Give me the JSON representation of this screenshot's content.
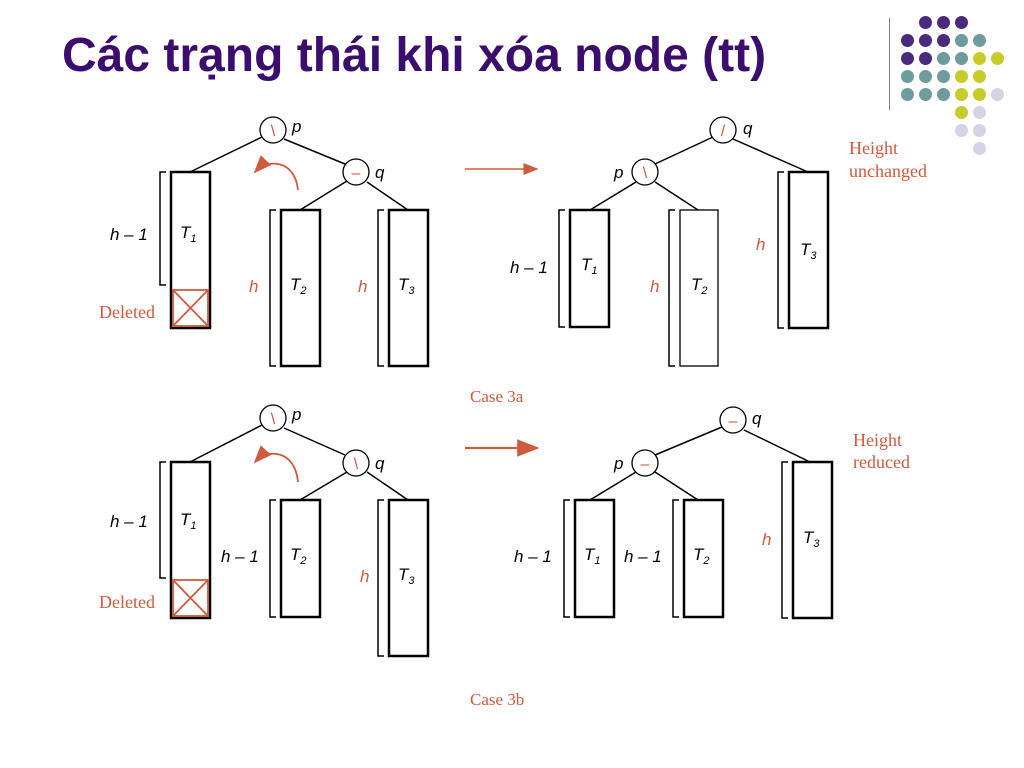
{
  "slide": {
    "title": "Các trạng thái khi xóa node (tt)",
    "accent_color": "#3b0d6e",
    "annotation_color": "#d05a3c"
  },
  "diagram": {
    "case_a": {
      "caption": "Case 3a",
      "note_line1": "Height",
      "note_line2": "unchanged",
      "deleted_label": "Deleted",
      "before": {
        "root": {
          "name": "p",
          "balance": "\\"
        },
        "child": {
          "name": "q",
          "balance": "–"
        },
        "subtrees": [
          {
            "name": "T",
            "index": "1",
            "height_label": "h – 1"
          },
          {
            "name": "T",
            "index": "2",
            "height_label": "h"
          },
          {
            "name": "T",
            "index": "3",
            "height_label": "h"
          }
        ]
      },
      "after": {
        "root": {
          "name": "q",
          "balance": "/"
        },
        "child": {
          "name": "p",
          "balance": "\\"
        },
        "subtrees": [
          {
            "name": "T",
            "index": "1",
            "height_label": "h – 1"
          },
          {
            "name": "T",
            "index": "2",
            "height_label": "h"
          },
          {
            "name": "T",
            "index": "3",
            "height_label": "h"
          }
        ]
      }
    },
    "case_b": {
      "caption": "Case 3b",
      "note_line1": "Height",
      "note_line2": "reduced",
      "deleted_label": "Deleted",
      "before": {
        "root": {
          "name": "p",
          "balance": "\\"
        },
        "child": {
          "name": "q",
          "balance": "\\"
        },
        "subtrees": [
          {
            "name": "T",
            "index": "1",
            "height_label": "h – 1"
          },
          {
            "name": "T",
            "index": "2",
            "height_label": "h – 1"
          },
          {
            "name": "T",
            "index": "3",
            "height_label": "h"
          }
        ]
      },
      "after": {
        "root": {
          "name": "q",
          "balance": "–"
        },
        "child": {
          "name": "p",
          "balance": "–"
        },
        "subtrees": [
          {
            "name": "T",
            "index": "1",
            "height_label": "h – 1"
          },
          {
            "name": "T",
            "index": "2",
            "height_label": "h – 1"
          },
          {
            "name": "T",
            "index": "3",
            "height_label": "h"
          }
        ]
      }
    }
  },
  "decor": {
    "dot_colors": {
      "purple": "#4a2a7a",
      "teal": "#6e9b9b",
      "yellow": "#c8cc2a",
      "lavender": "#d4d4e6"
    }
  }
}
